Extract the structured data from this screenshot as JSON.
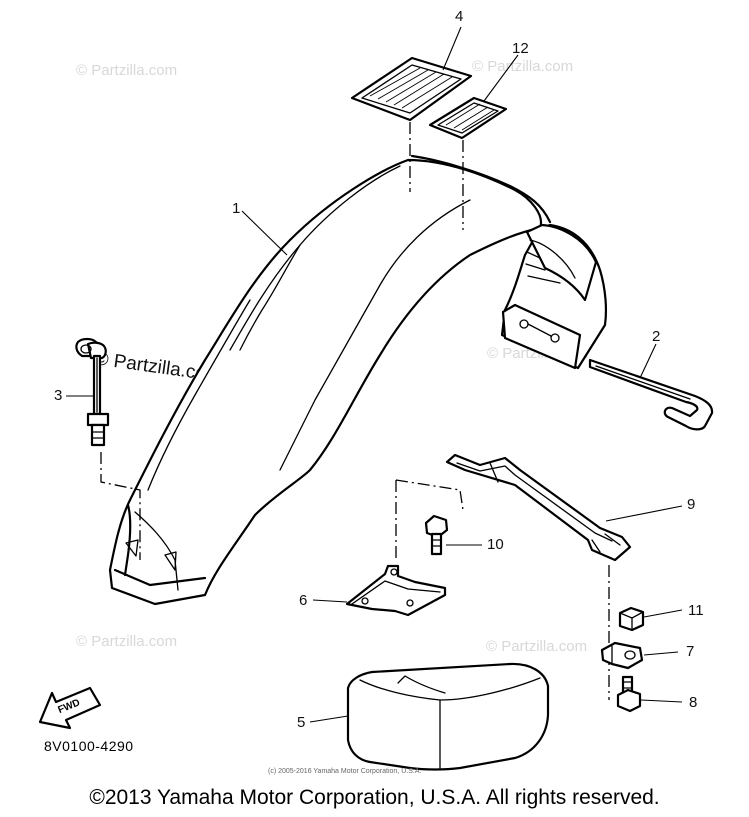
{
  "watermark": {
    "text": "© Partzilla.com"
  },
  "callouts": [
    {
      "id": "1",
      "label": "1"
    },
    {
      "id": "2",
      "label": "2"
    },
    {
      "id": "3",
      "label": "3"
    },
    {
      "id": "4",
      "label": "4"
    },
    {
      "id": "5",
      "label": "5"
    },
    {
      "id": "6",
      "label": "6"
    },
    {
      "id": "7",
      "label": "7"
    },
    {
      "id": "8",
      "label": "8"
    },
    {
      "id": "9",
      "label": "9"
    },
    {
      "id": "10",
      "label": "10"
    },
    {
      "id": "11",
      "label": "11"
    },
    {
      "id": "12",
      "label": "12"
    }
  ],
  "fwd_label": "FWD",
  "part_code": "8V0100-4290",
  "small_copyright": "(c) 2005-2016 Yamaha Motor Corporation, U.S.A.",
  "footer_copyright": "©2013 Yamaha Motor Corporation, U.S.A. All rights reserved."
}
